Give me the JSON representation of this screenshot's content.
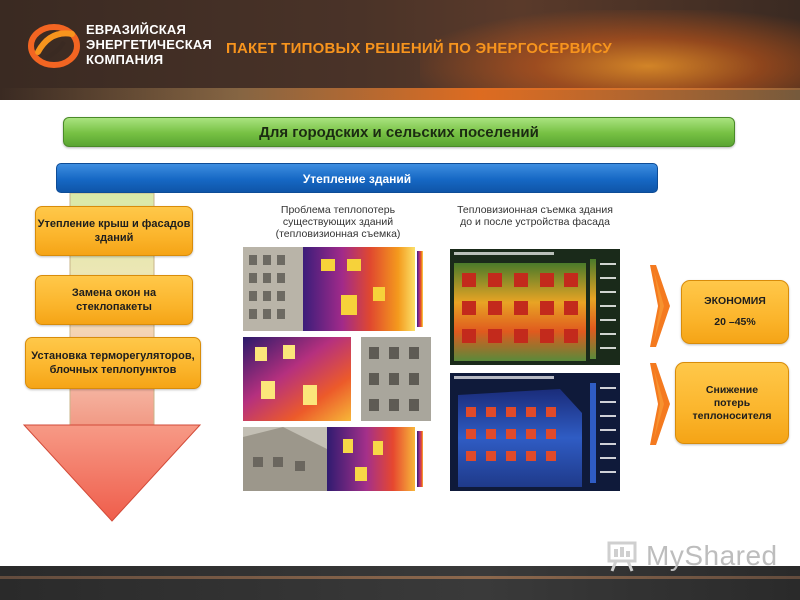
{
  "header": {
    "company_lines": [
      "ЕВРАЗИЙСКАЯ",
      "ЭНЕРГЕТИЧЕСКАЯ",
      "КОМПАНИЯ"
    ],
    "title": "ПАКЕТ ТИПОВЫХ РЕШЕНИЙ ПО ЭНЕРГОСЕРВИСУ",
    "title_color": "#f7941d"
  },
  "banner_green": "Для городских и сельских поселений",
  "banner_blue": "Утепление зданий",
  "measures": [
    "Утепление крыш и фасадов зданий",
    "Замена окон на стеклопакеты",
    "Установка терморегуляторов, блочных теплопунктов"
  ],
  "captions": {
    "left": "Проблема теплопотерь существующих зданий (тепловизионная съемка)",
    "right": "Тепловизионная съемка здания до и после устройства фасада"
  },
  "outcomes": {
    "savings_label": "ЭКОНОМИЯ",
    "savings_value": "20 –45%",
    "reduction": "Снижение потерь теплоносителя"
  },
  "watermark": "MyShared",
  "colors": {
    "green": "#76c043",
    "blue": "#1668c4",
    "orange": "#fbb52c",
    "arrow_red": "#f26b5b"
  }
}
